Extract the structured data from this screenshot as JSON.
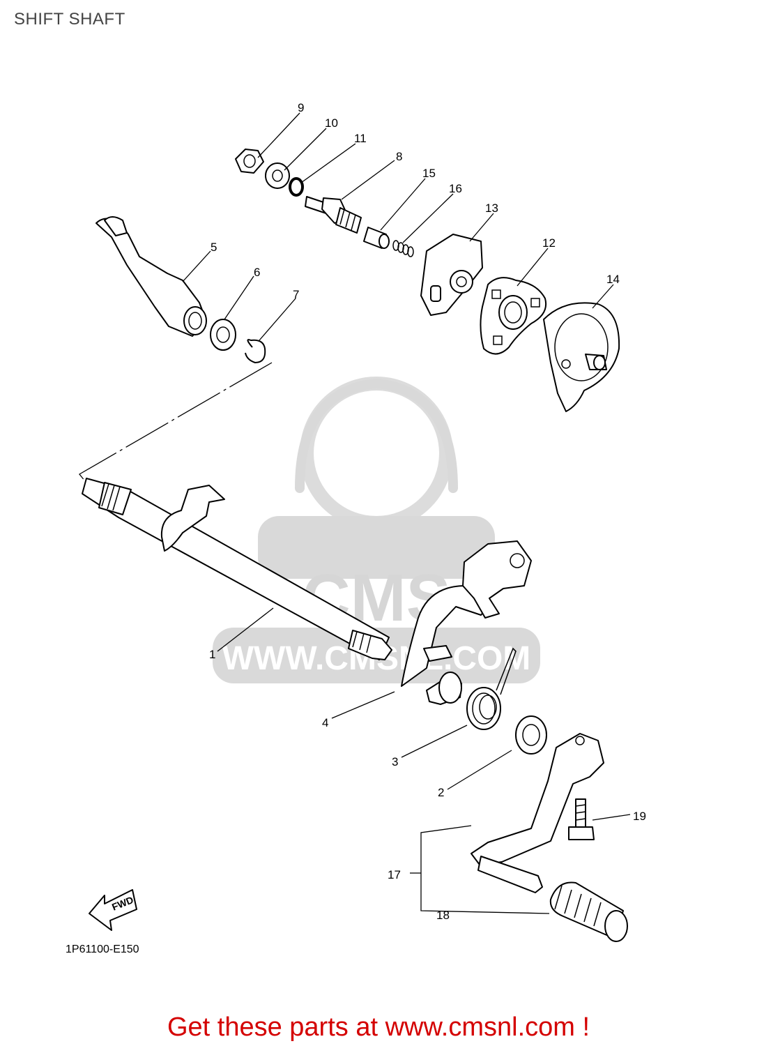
{
  "title": "SHIFT SHAFT",
  "diagram_code": "1P61100-E150",
  "fwd_label": "FWD",
  "watermark": {
    "brand": "CMS",
    "url": "WWW.CMSNL.COM"
  },
  "footer_link": "Get these parts at www.cmsnl.com !",
  "callouts": [
    {
      "num": "1",
      "part": "shift-shaft"
    },
    {
      "num": "2",
      "part": "collar"
    },
    {
      "num": "3",
      "part": "torsion-spring"
    },
    {
      "num": "4",
      "part": "shift-lever-arm"
    },
    {
      "num": "5",
      "part": "shift-lever"
    },
    {
      "num": "6",
      "part": "washer"
    },
    {
      "num": "7",
      "part": "circlip"
    },
    {
      "num": "8",
      "part": "stopper-bolt"
    },
    {
      "num": "9",
      "part": "nut"
    },
    {
      "num": "10",
      "part": "washer"
    },
    {
      "num": "11",
      "part": "o-ring"
    },
    {
      "num": "12",
      "part": "retaining-plate"
    },
    {
      "num": "13",
      "part": "segment"
    },
    {
      "num": "14",
      "part": "shift-cam-segment"
    },
    {
      "num": "15",
      "part": "collar"
    },
    {
      "num": "16",
      "part": "spring"
    },
    {
      "num": "17",
      "part": "shift-pedal-assembly"
    },
    {
      "num": "18",
      "part": "pedal-rubber"
    },
    {
      "num": "19",
      "part": "bolt"
    }
  ]
}
